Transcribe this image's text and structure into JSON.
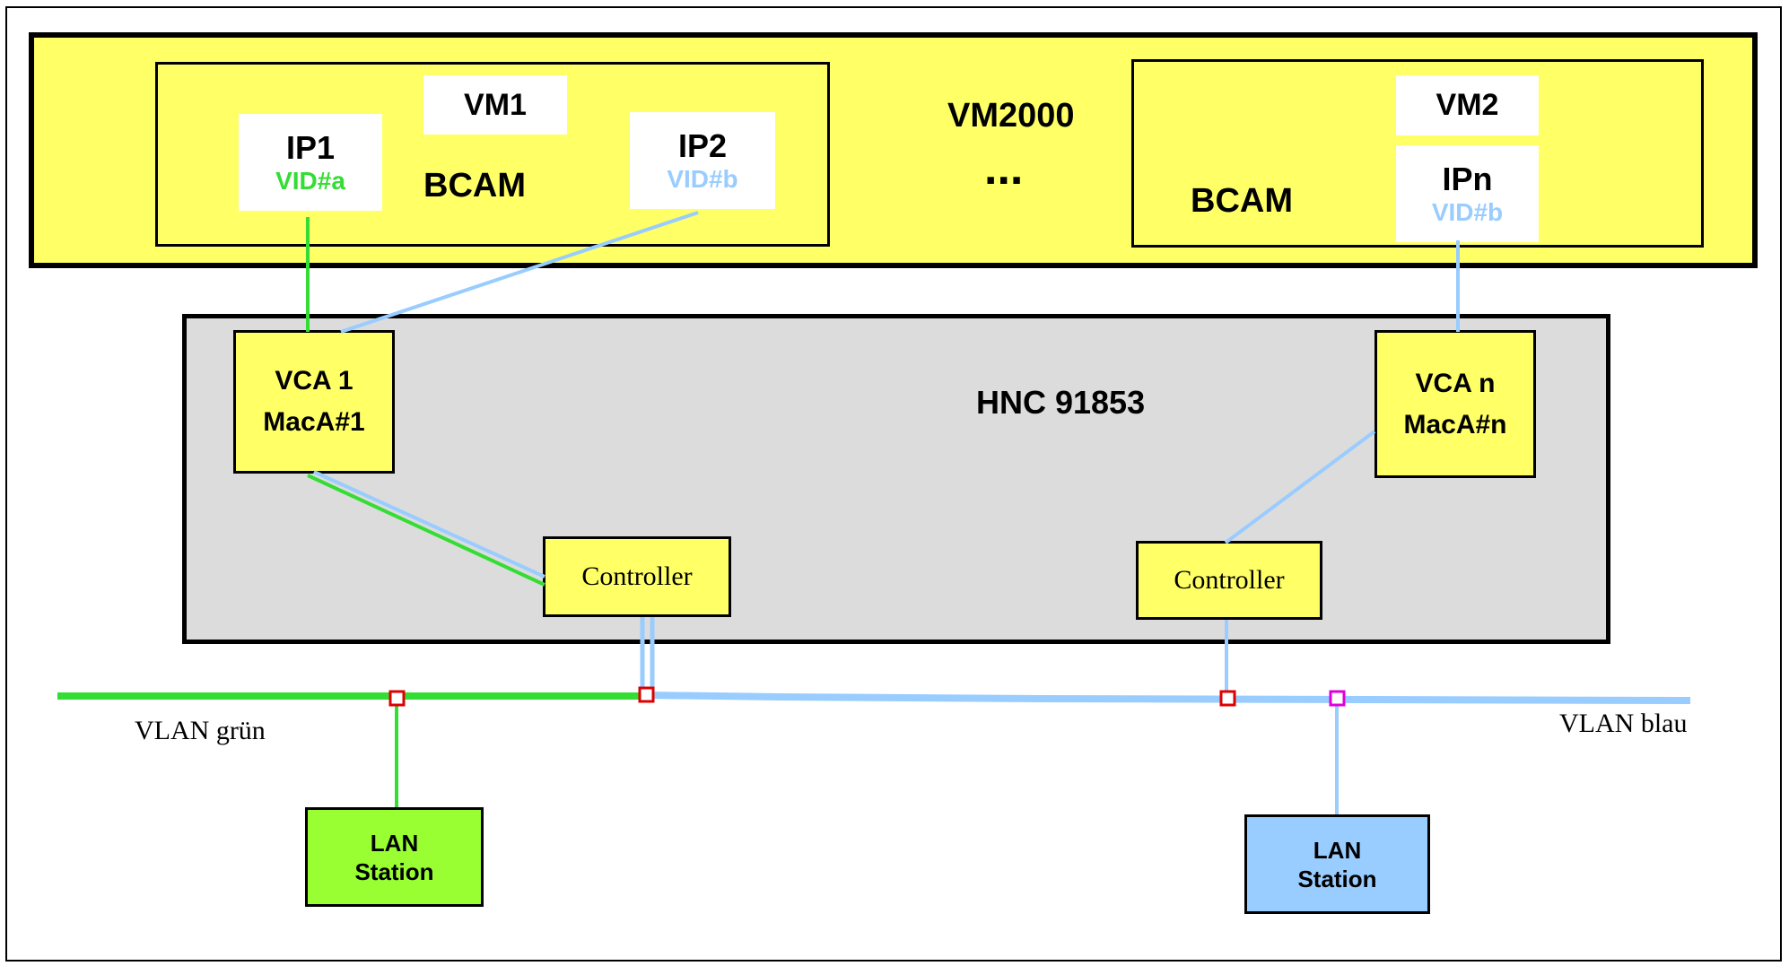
{
  "host": {
    "label": "VM2000",
    "ellipsis": "...",
    "color": "#ffff66"
  },
  "vm1": {
    "label": "VM1",
    "bcam": "BCAM",
    "ip1": {
      "label": "IP1",
      "vid": "VID#a"
    },
    "ip2": {
      "label": "IP2",
      "vid": "VID#b"
    }
  },
  "vm2": {
    "label": "VM2",
    "bcam": "BCAM",
    "ipn": {
      "label": "IPn",
      "vid": "VID#b"
    }
  },
  "hnc": {
    "label": "HNC 91853",
    "color": "#dcdcdc"
  },
  "vca1": {
    "line1": "VCA 1",
    "line2": "MacA#1"
  },
  "vcan": {
    "line1": "VCA n",
    "line2": "MacA#n"
  },
  "controller_left": {
    "label": "Controller"
  },
  "controller_right": {
    "label": "Controller"
  },
  "vlan_green": {
    "label": "VLAN grün",
    "color": "#33dd33"
  },
  "vlan_blue": {
    "label": "VLAN blau",
    "color": "#99ccff"
  },
  "lan_green": {
    "line1": "LAN",
    "line2": "Station",
    "color": "#99ff33"
  },
  "lan_blue": {
    "line1": "LAN",
    "line2": "Station",
    "color": "#99ccff"
  }
}
